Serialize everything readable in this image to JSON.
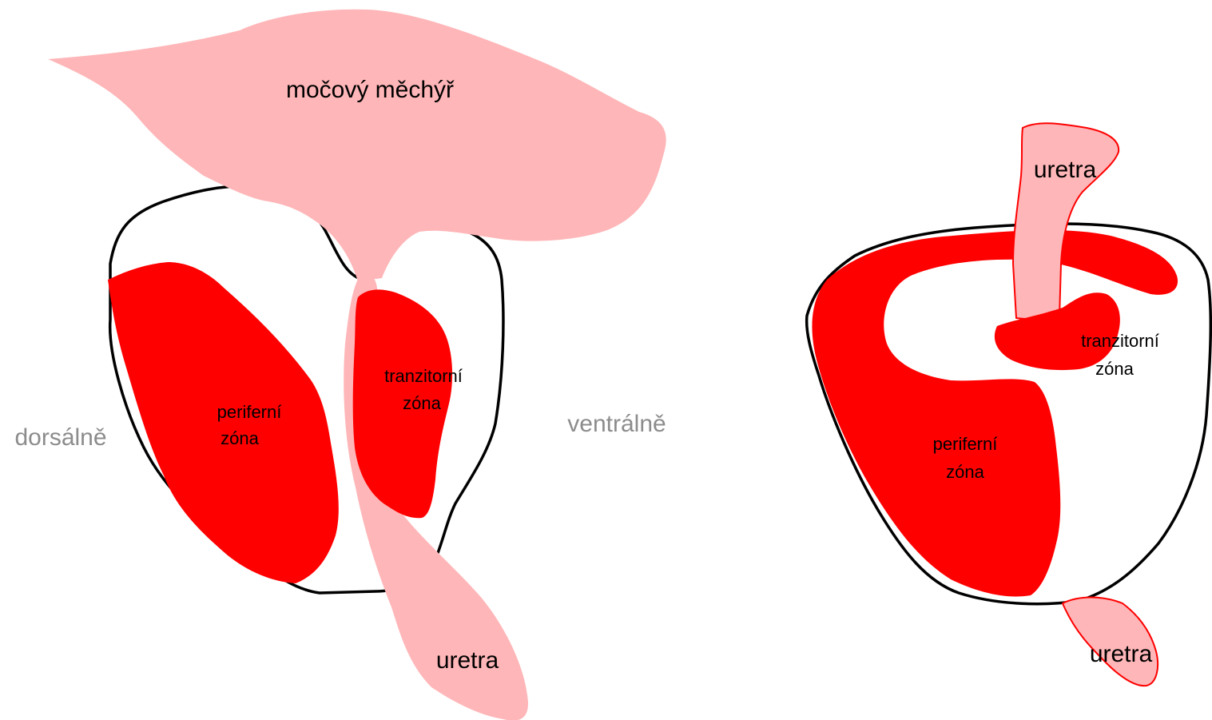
{
  "colors": {
    "bladder_fill": "#ffb6b8",
    "urethra_fill": "#ffb6b8",
    "zone_fill": "#ff0000",
    "outline": "#000000",
    "urethra_outline_right": "#ff0000",
    "label_text": "#000000",
    "direction_text": "#8c8c8c",
    "background": "#ffffff"
  },
  "left_diagram": {
    "bladder_label": "močový měchýř",
    "peripheral_zone": {
      "line1": "periferní",
      "line2": "zóna"
    },
    "transition_zone": {
      "line1": "tranzitorní",
      "line2": "zóna"
    },
    "urethra_label": "uretra",
    "dorsal_label": "dorsálně",
    "ventral_label": "ventrálně"
  },
  "right_diagram": {
    "urethra_top_label": "uretra",
    "transition_zone": {
      "line1": "tranzitorní",
      "line2": "zóna"
    },
    "peripheral_zone": {
      "line1": "periferní",
      "line2": "zóna"
    },
    "urethra_bottom_label": "uretra"
  }
}
